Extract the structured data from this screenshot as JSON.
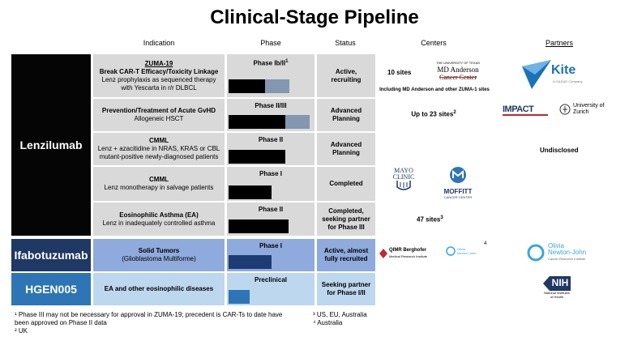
{
  "title": "Clinical-Stage Pipeline",
  "headers": {
    "indication": "Indication",
    "phase": "Phase",
    "status": "Status",
    "centers": "Centers",
    "partners": "Partners"
  },
  "drugs": {
    "lenzilumab": "Lenzilumab",
    "ifabotuzumab": "Ifabotuzumab",
    "hgen005": "HGEN005"
  },
  "rows": [
    {
      "ind_title": "ZUMA-19",
      "ind_sub": "Break CAR-T Efficacy/Toxicity Linkage",
      "ind_desc1": "Lenz prophylaxis as sequenced therapy",
      "ind_desc2": "with Yescarta in r/r DLBCL",
      "phase": "Phase Ib/II",
      "phase_sup": "1",
      "status1": "Active,",
      "status2": "recruiting",
      "progress_completed": 0.45,
      "progress_planned": 0.3
    },
    {
      "ind_title": "Prevention/Treatment of Acute GvHD",
      "ind_desc1": "Allogeneic HSCT",
      "phase": "Phase II/III",
      "status1": "Advanced",
      "status2": "Planning",
      "progress_completed": 0.7,
      "progress_planned": 0.3
    },
    {
      "ind_title": "CMML",
      "ind_desc1": "Lenz + azacitidine in NRAS, KRAS or CBL",
      "ind_desc2": "mutant-positive newly-diagnosed patients",
      "phase": "Phase II",
      "status1": "Advanced",
      "status2": "Planning",
      "progress_completed": 0.7
    },
    {
      "ind_title": "CMML",
      "ind_desc1": "Lenz monotherapy in salvage patients",
      "phase": "Phase I",
      "status1": "Completed",
      "progress_completed": 0.53
    },
    {
      "ind_title": "Eosinophilic Asthma (EA)",
      "ind_desc1": "Lenz in inadequately controlled asthma",
      "phase": "Phase II",
      "status1": "Completed,",
      "status2": "seeking partner",
      "status3": "for Phase III",
      "progress_completed": 0.74
    },
    {
      "ind_title": "Solid Tumors",
      "ind_desc1": "(Glioblastoma Multiforme)",
      "phase": "Phase I",
      "status1": "Active, almost",
      "status2": "fully recruited",
      "progress_completed": 0.53
    },
    {
      "ind_title": "EA and other eosinophilic diseases",
      "phase": "Preclinical",
      "status1": "Seeking partner",
      "status2": "for Phase I/II",
      "progress_completed": 0.26
    }
  ],
  "centers": {
    "zuma_sites": "10 sites",
    "zuma_note": "Including MD Anderson and other ZUMA-1 sites",
    "mda_line1": "THE UNIVERSITY OF TEXAS",
    "mda_line2": "MD Anderson",
    "mda_line3": "Cancer Center",
    "gvhd_sites": "Up to 23 sites",
    "gvhd_sup": "2",
    "mayo1": "MAYO",
    "mayo2": "CLINIC",
    "moffitt1": "MOFFITT",
    "moffitt2": "CANCER CENTER",
    "asthma_sites": "47 sites",
    "asthma_sup": "3",
    "qimr1": "QIMR Berghofer",
    "qimr2": "Medical Research Institute",
    "onj1": "Olivia",
    "onj2": "Newton-John",
    "ifa_sup": "4"
  },
  "partners": {
    "kite": "Kite",
    "kite_sub": "A GILEAD Company",
    "impact": "IMPACT",
    "zurich1": "University of",
    "zurich2": "Zurich",
    "undisclosed": "Undisclosed",
    "onj1": "Olivia",
    "onj2": "Newton-John",
    "onj3": "Cancer Research Institute",
    "nih": "NIH",
    "nih_sub1": "National Institutes",
    "nih_sub2": "of Health"
  },
  "footnotes": {
    "f1a": "¹ Phase III may not be necessary for approval in ZUMA-19; precedent is CAR-Ts to date have",
    "f1b": "been approved on Phase II data",
    "f2": "² UK",
    "f3": "³ US, EU, Australia",
    "f4": "⁴ Australia"
  },
  "colors": {
    "lenzilumab_bg": "#050505",
    "ifabotuzumab_bg": "#1f3864",
    "hgen005_bg": "#2e75b6",
    "kite_blue": "#1a73b8",
    "mda_red": "#c0282e"
  }
}
